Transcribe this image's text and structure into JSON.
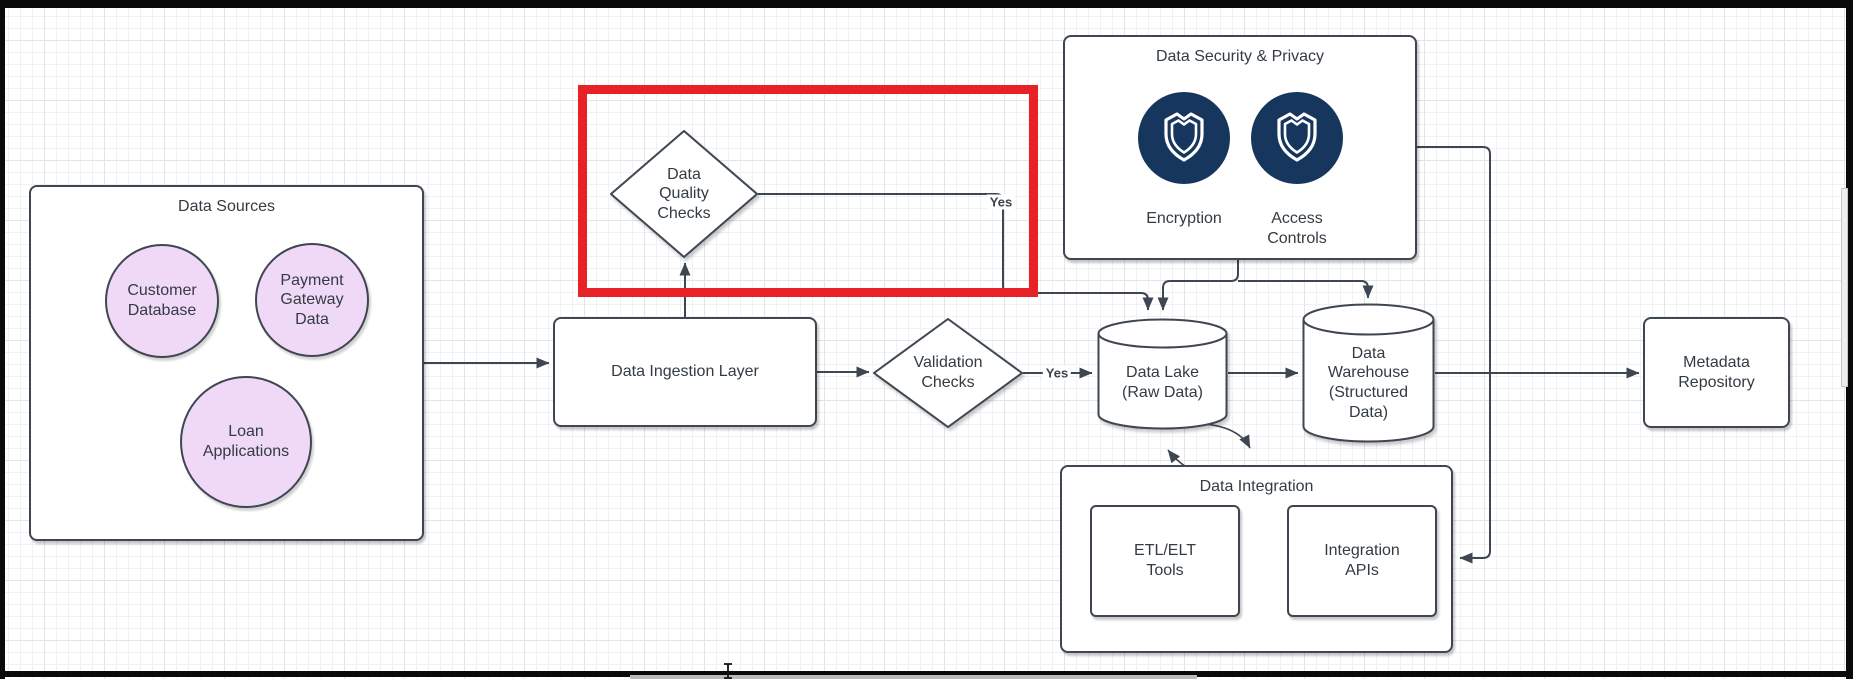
{
  "diagram": {
    "nodes": {
      "data_sources": {
        "title": "Data Sources"
      },
      "customer_database": {
        "label": "Customer Database"
      },
      "payment_gateway": {
        "label": "Payment Gateway Data"
      },
      "loan_applications": {
        "label": "Loan Applications"
      },
      "data_ingestion": {
        "label": "Data Ingestion Layer"
      },
      "data_quality": {
        "label": "Data Quality Checks"
      },
      "validation": {
        "label": "Validation Checks"
      },
      "data_lake": {
        "label": "Data Lake (Raw Data)"
      },
      "data_warehouse": {
        "label": "Data Warehouse (Structured Data)"
      },
      "metadata_repository": {
        "label": "Metadata Repository"
      },
      "security": {
        "title": "Data Security & Privacy",
        "items": [
          {
            "label": "Encryption",
            "icon": "shield-icon"
          },
          {
            "label": "Access Controls",
            "icon": "shield-icon"
          }
        ]
      },
      "integration": {
        "title": "Data Integration",
        "items": [
          {
            "label": "ETL/ELT Tools"
          },
          {
            "label": "Integration APIs"
          }
        ]
      }
    },
    "edge_labels": {
      "quality_yes": "Yes",
      "validation_yes": "Yes"
    },
    "colors": {
      "node_stroke": "#3e4751",
      "text": "#333b43",
      "source_circle_fill": "#f0d9f7",
      "security_icon_bg": "#17365d",
      "highlight_red": "#e82127",
      "grid_minor": "#f0f1f4",
      "grid_major": "#e2e4e8"
    }
  }
}
